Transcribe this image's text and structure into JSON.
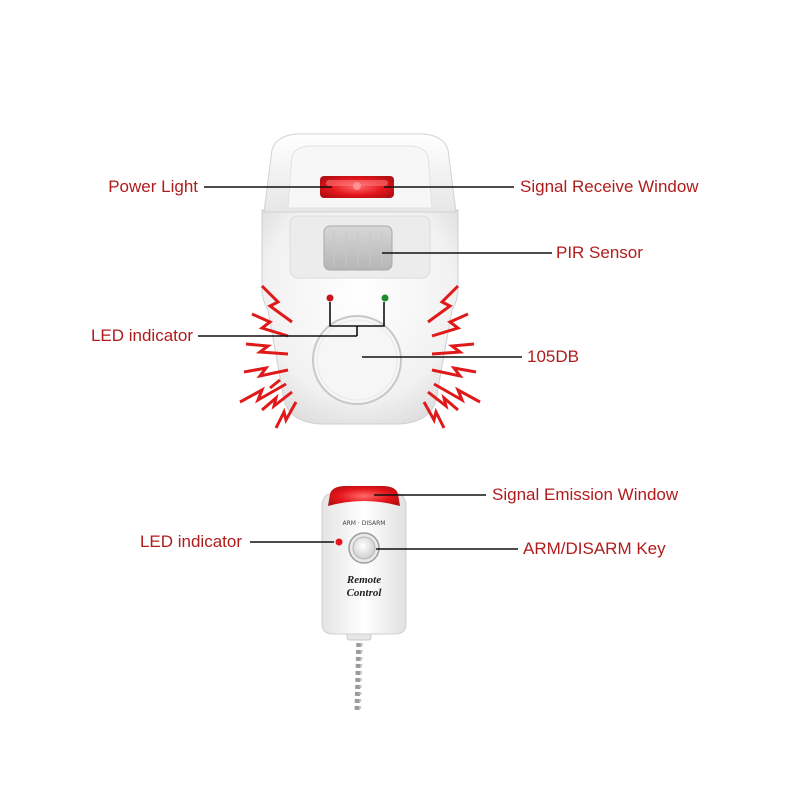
{
  "colors": {
    "label_text": "#b01c1c",
    "leader_line": "#111111",
    "accent_red": "#e4161b",
    "burst_red": "#e01a1a",
    "device_white": "#f2f2f2",
    "device_shadow": "#d9d9d9",
    "led_green": "#1e8b2e"
  },
  "alarm_unit": {
    "labels": {
      "power_light": "Power Light",
      "signal_receive_window": "Signal Receive Window",
      "pir_sensor": "PIR Sensor",
      "led_indicator": "LED indicator",
      "speaker": "105DB"
    }
  },
  "remote": {
    "labels": {
      "signal_emission_window": "Signal Emission Window",
      "led_indicator": "LED indicator",
      "arm_disarm_key": "ARM/DISARM Key"
    },
    "printed": {
      "line1": "Remote",
      "line2": "Control",
      "top_marking": "ARM · DISARM"
    }
  },
  "icons": [
    "alarm-sound-burst-icon",
    "key-chain-icon"
  ]
}
